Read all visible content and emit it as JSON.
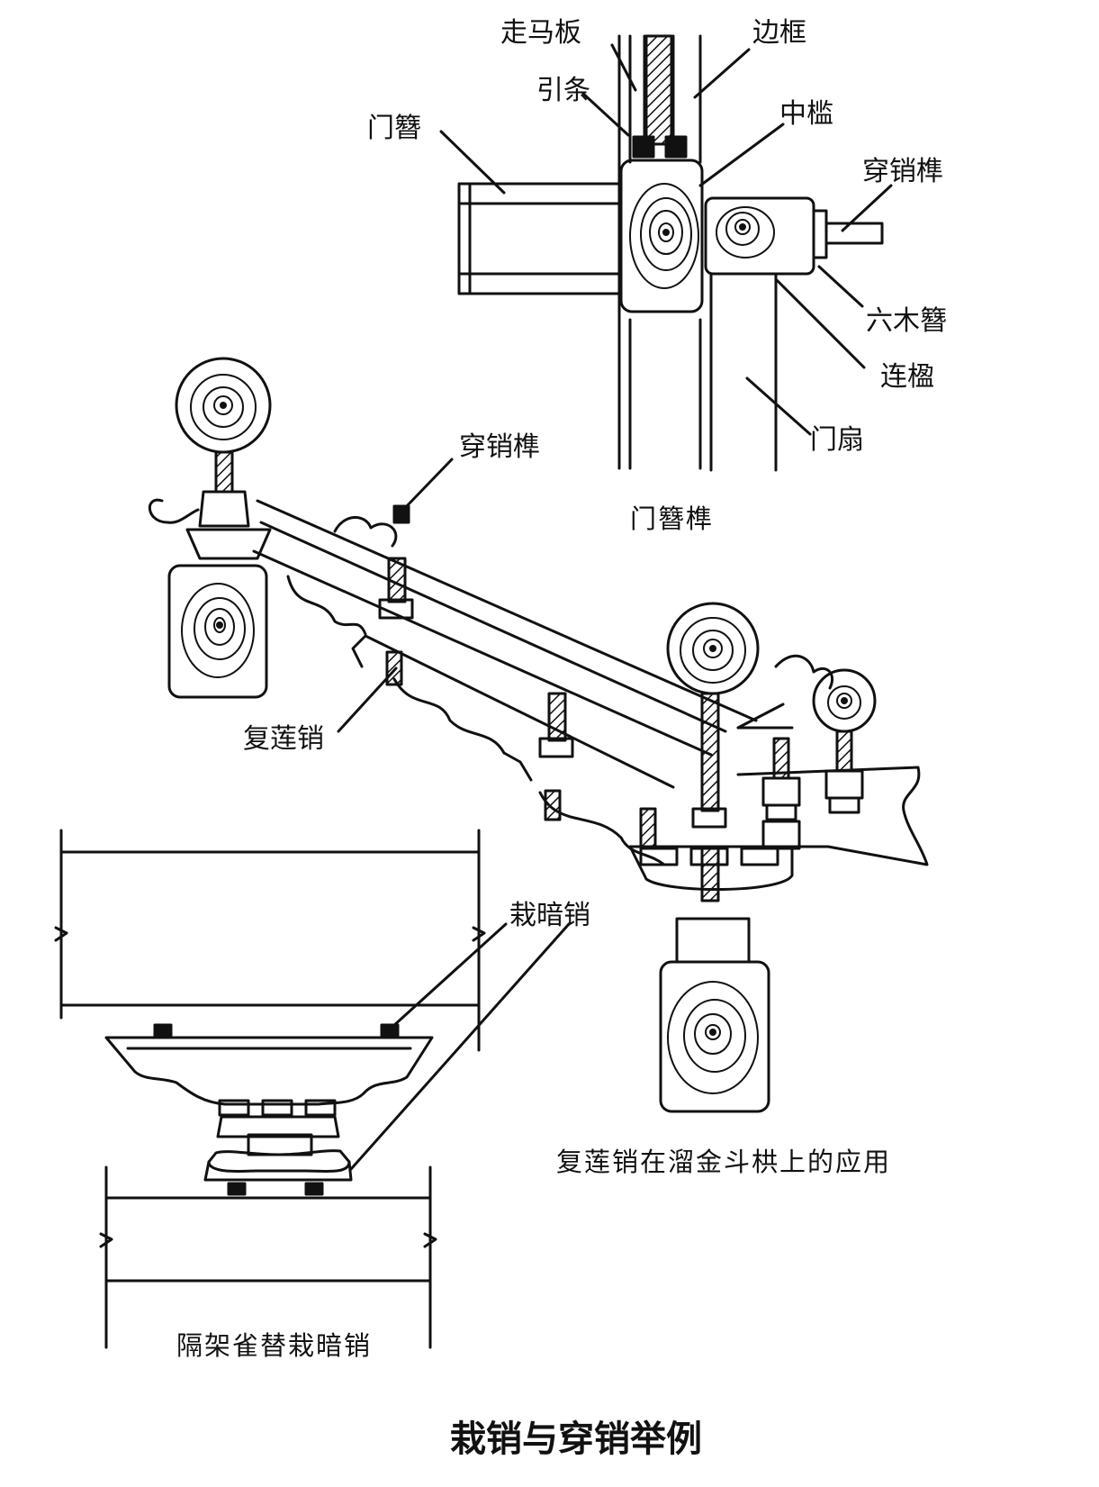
{
  "title": "栽销与穿销举例",
  "captions": {
    "door_latch": "门簪榫",
    "compound_lotus": "复莲销在溜金斗栱上的应用",
    "sparrow_brace": "隔架雀替栽暗销"
  },
  "labels": {
    "zoumaban": "走马板",
    "biankuang": "边框",
    "yintiao": "引条",
    "menzan": "门簪",
    "zhongkan": "中槛",
    "chuanxiaosun_top": "穿销榫",
    "liuzan": "六木簪",
    "liankan": "连楹",
    "menshan": "门扇",
    "chuanxiaosun_mid": "穿销榫",
    "fulianxiao": "复莲销",
    "zaianxiao": "栽暗销"
  }
}
